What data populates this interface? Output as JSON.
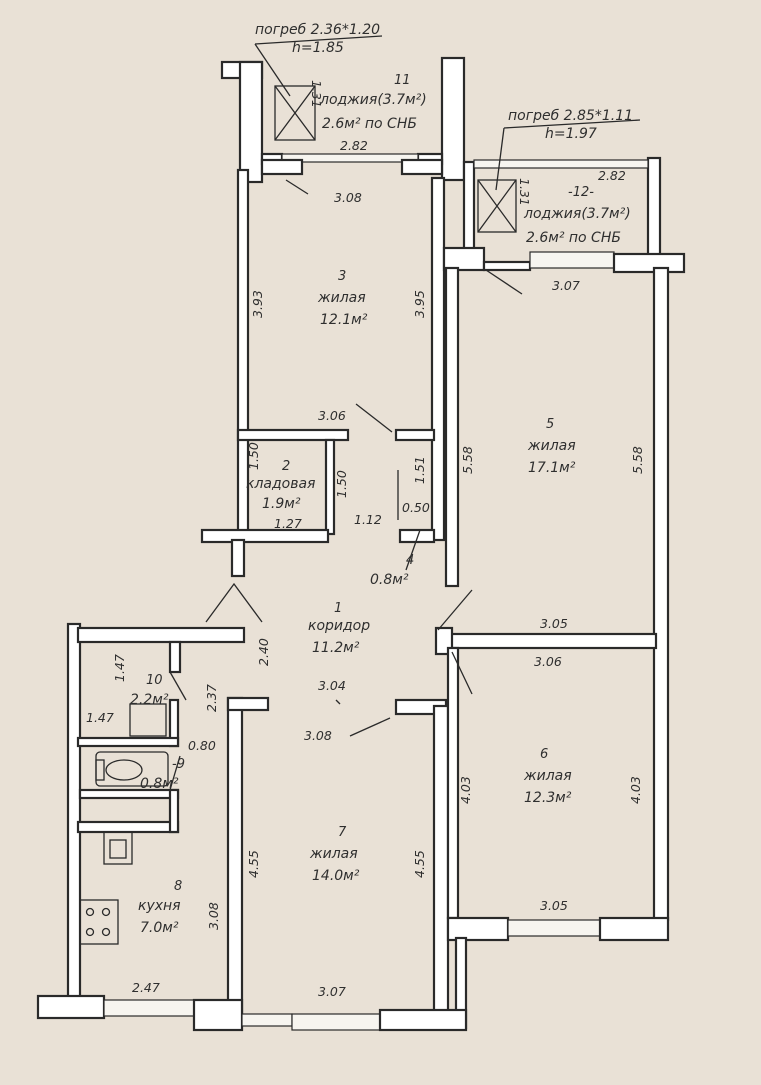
{
  "cellars": [
    {
      "size": "погреб 2.36*1.20",
      "height": "h=1.85"
    },
    {
      "size": "погреб 2.85*1.11",
      "height": "h=1.97"
    }
  ],
  "rooms": [
    {
      "num": "11",
      "name": "лоджия(3.7м²)",
      "area": "2.6м² по СНБ"
    },
    {
      "num": "-12-",
      "name": "лоджия(3.7м²)",
      "area": "2.6м² по СНБ"
    },
    {
      "num": "3",
      "name": "жилая",
      "area": "12.1м²"
    },
    {
      "num": "5",
      "name": "жилая",
      "area": "17.1м²"
    },
    {
      "num": "2",
      "name": "кладовая",
      "area": "1.9м²"
    },
    {
      "num": "4",
      "area": "0.8м²"
    },
    {
      "num": "1",
      "name": "коридор",
      "area": "11.2м²"
    },
    {
      "num": "10",
      "area": "2.2м²"
    },
    {
      "num": "-9",
      "area": "0.8м²"
    },
    {
      "num": "6",
      "name": "жилая",
      "area": "12.3м²"
    },
    {
      "num": "7",
      "name": "жилая",
      "area": "14.0м²"
    },
    {
      "num": "8",
      "name": "кухня",
      "area": "7.0м²"
    }
  ],
  "dimensions": {
    "loggia11_depth": "1.31",
    "loggia11_width": "2.82",
    "loggia12_depth": "1.31",
    "loggia12_width": "2.82",
    "room3_top": "3.08",
    "room3_left": "3.93",
    "room3_right": "3.95",
    "room3_bottom": "3.06",
    "room5_top": "3.07",
    "room5_left": "5.58",
    "room5_right": "5.58",
    "room5_bottom": "3.05",
    "pantry_height_left": "1.50",
    "pantry_height_right": "1.50",
    "pantry_width": "1.27",
    "closet_height": "1.51",
    "closet_width": "0.50",
    "corridor_width": "1.12",
    "corridor_side": "2.40",
    "bath_height": "1.47",
    "bath_side": "1.47",
    "bath_right": "2.37",
    "wc_width": "0.80",
    "room7_top_outer": "3.04",
    "room7_top": "3.08",
    "room7_left": "4.55",
    "room7_right": "4.55",
    "room7_bottom": "3.07",
    "room6_top": "3.06",
    "room6_left": "4.03",
    "room6_right": "4.03",
    "room6_bottom": "3.05",
    "kitchen_right": "3.08",
    "kitchen_bottom": "2.47"
  }
}
